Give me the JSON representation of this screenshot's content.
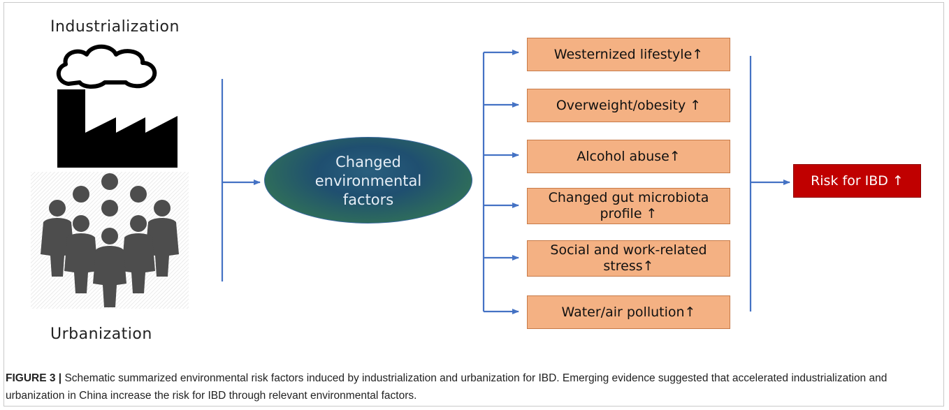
{
  "diagram": {
    "source_labels": {
      "top": "Industrialization",
      "bottom": "Urbanization"
    },
    "hub": {
      "line1": "Changed",
      "line2": "environmental",
      "line3": "factors"
    },
    "factors": [
      {
        "line1": "Westernized lifestyle↑",
        "line2": ""
      },
      {
        "line1": "Overweight/obesity ↑",
        "line2": ""
      },
      {
        "line1": "Alcohol abuse↑",
        "line2": ""
      },
      {
        "line1": "Changed gut microbiota",
        "line2": "profile ↑"
      },
      {
        "line1": "Social and work-related",
        "line2": "stress↑"
      },
      {
        "line1": "Water/air pollution↑",
        "line2": ""
      }
    ],
    "outcome": "Risk for IBD ↑",
    "colors": {
      "arrow": "#4472c4",
      "factor_fill": "#f4b183",
      "outcome_fill": "#c00000"
    },
    "icons": {
      "top": "factory-icon",
      "bottom": "crowd-icon"
    }
  },
  "caption": {
    "label": "FIGURE 3 |",
    "text": " Schematic summarized environmental risk factors induced by industrialization and urbanization for IBD. Emerging evidence suggested that accelerated industrialization and urbanization in China increase the risk for IBD through relevant environmental factors."
  }
}
